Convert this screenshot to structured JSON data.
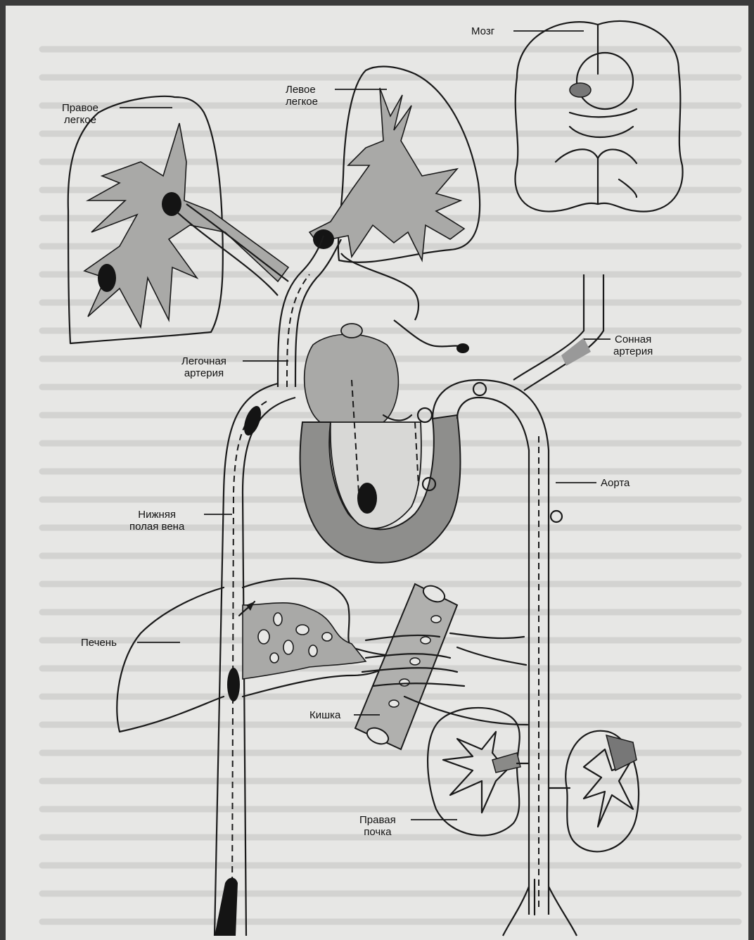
{
  "labels": {
    "brain": "Мозг",
    "left_lung": "Левое\nлегкое",
    "right_lung": "Правое\nлегкое",
    "carotid_artery": "Сонная\nартерия",
    "pulmonary_artery": "Легочная\nартерия",
    "aorta": "Аорта",
    "inferior_vena_cava": "Нижняя\nполая вена",
    "liver": "Печень",
    "intestine": "Кишка",
    "right_kidney": "Правая\nпочка"
  }
}
